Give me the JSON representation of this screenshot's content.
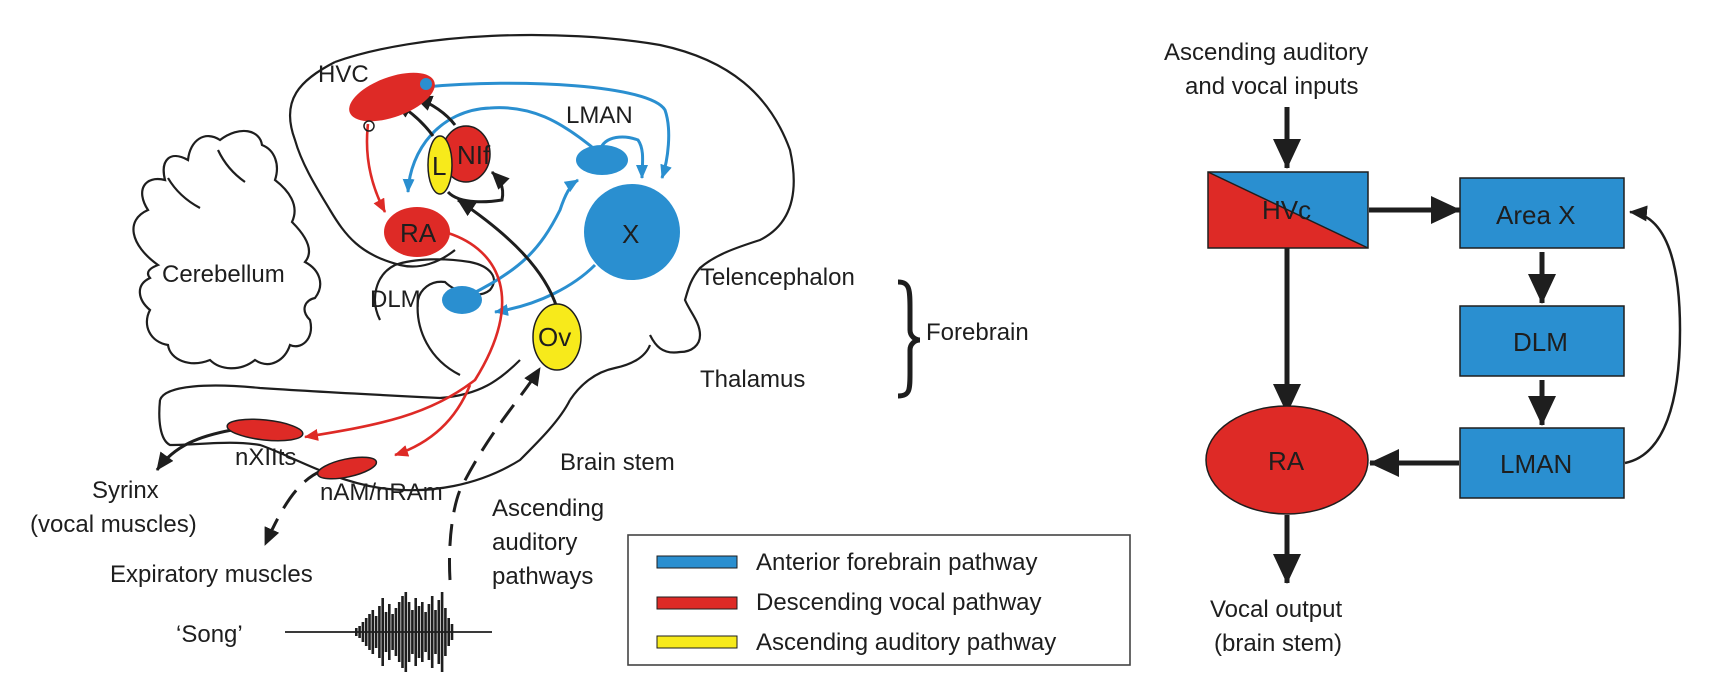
{
  "colors": {
    "blue": "#2a8fd0",
    "red": "#de2a26",
    "yellow": "#f7ea1b",
    "black": "#1e1e1e"
  },
  "left_panel": {
    "regions": {
      "cerebellum": "Cerebellum",
      "telencephalon": "Telencephalon",
      "thalamus": "Thalamus",
      "forebrain": "Forebrain",
      "brain_stem": "Brain stem"
    },
    "nuclei": {
      "hvc": "HVC",
      "lman": "LMAN",
      "l": "L",
      "nif": "NIf",
      "ra": "RA",
      "x": "X",
      "dlm": "DLM",
      "ov": "Ov",
      "nxiits": "nXIIts",
      "nam_nram": "nAM/nRAm"
    },
    "outputs": {
      "syrinx_line1": "Syrinx",
      "syrinx_line2": "(vocal muscles)",
      "expiratory": "Expiratory muscles",
      "song": "‘Song’",
      "ascending_line1": "Ascending",
      "ascending_line2": "auditory",
      "ascending_line3": "pathways"
    },
    "legend": [
      {
        "label": "Anterior forebrain pathway",
        "color": "#2a8fd0"
      },
      {
        "label": "Descending vocal pathway",
        "color": "#de2a26"
      },
      {
        "label": "Ascending auditory pathway",
        "color": "#f7ea1b"
      }
    ]
  },
  "right_panel": {
    "input_line1": "Ascending auditory",
    "input_line2": "and vocal inputs",
    "nodes": {
      "hvc": "HVc",
      "area_x": "Area X",
      "dlm": "DLM",
      "lman": "LMAN",
      "ra": "RA"
    },
    "output_line1": "Vocal output",
    "output_line2": "(brain stem)"
  }
}
